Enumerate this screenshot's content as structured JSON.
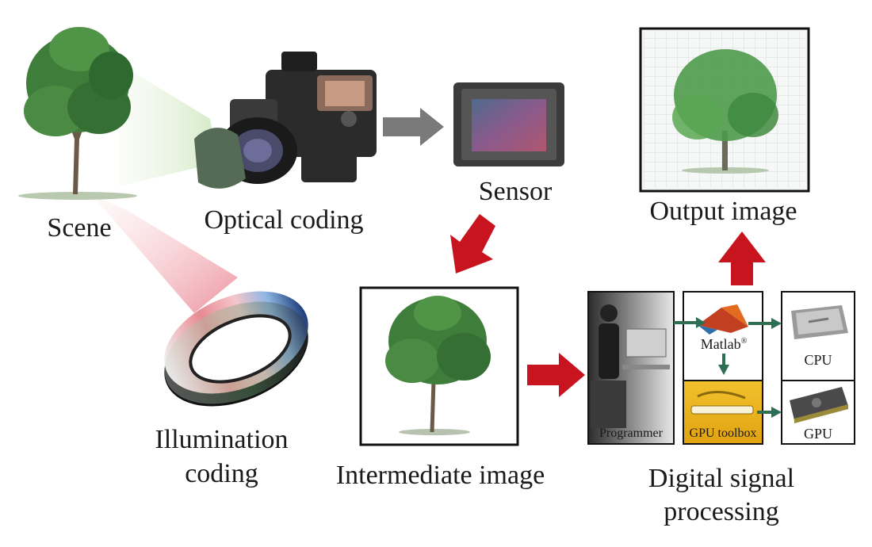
{
  "labels": {
    "scene": "Scene",
    "optical_coding": "Optical coding",
    "sensor": "Sensor",
    "output_image": "Output image",
    "illumination_line1": "Illumination",
    "illumination_line2": "coding",
    "intermediate_image": "Intermediate image",
    "dsp_line1": "Digital signal",
    "dsp_line2": "processing",
    "programmer": "Programmer",
    "matlab": "Matlab",
    "matlab_mark": "®",
    "gpu_toolbox": "GPU toolbox",
    "cpu": "CPU",
    "gpu": "GPU"
  },
  "colors": {
    "red_arrow": "#c8141e",
    "gray_arrow": "#7a7a7a",
    "green_arrow": "#2e6e52",
    "tree_green": "#3f7d3a",
    "light_red_beam": "#f4b7bd",
    "light_green_beam": "#d7ecc8"
  },
  "icons": [
    "tree-icon",
    "camera-icon",
    "sensor-chip-icon",
    "ring-light-icon",
    "matlab-logo-icon",
    "cpu-chip-icon",
    "gpu-card-icon",
    "programmer-photo-icon"
  ]
}
